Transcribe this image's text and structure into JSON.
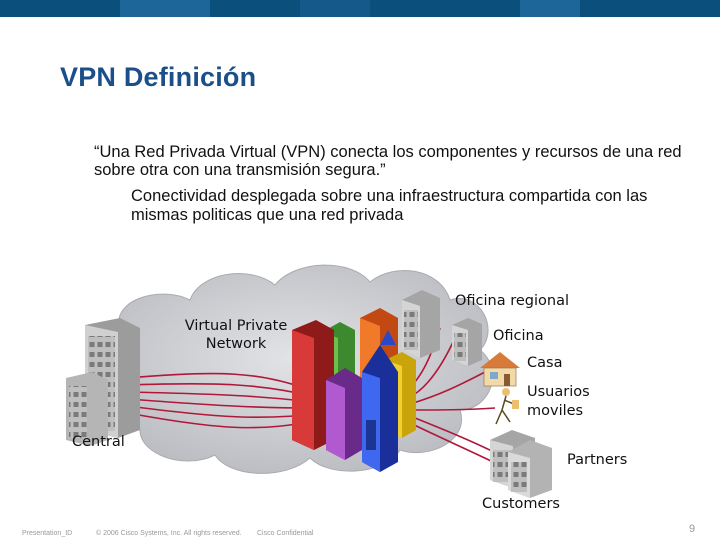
{
  "slide": {
    "title": "VPN Definición",
    "quote": "“Una Red Privada Virtual (VPN) conecta los componentes y recursos de una red  sobre otra con una transmisión segura.”",
    "bullet": "Conectividad desplegada sobre una infraestructura compartida con las mismas politicas que una red privada"
  },
  "diagram": {
    "cloud_label": "Virtual Private Network",
    "cloud_label_line1": "Virtual Private",
    "cloud_label_line2": "Network",
    "central": "Central",
    "regional": "Oficina regional",
    "office": "Oficina",
    "home": "Casa",
    "mobile_line1": "Usuarios",
    "mobile_line2": "moviles",
    "partners": "Partners",
    "customers": "Customers"
  },
  "footer": {
    "presentation_id": "Presentation_ID",
    "copyright": "© 2006 Cisco Systems, Inc. All rights reserved.",
    "confidential": "Cisco Confidential",
    "page_number": "9"
  },
  "colors": {
    "title": "#1a4f8a",
    "top_bar": "#0b4f7c",
    "top_bar_light": "#2a7fb0",
    "cloud": "#c9cbcf",
    "tunnel": "#b0183a"
  },
  "icons": [
    "building-icon",
    "house-icon",
    "mobile-user-icon",
    "cloud-icon",
    "office-tower-icon"
  ]
}
